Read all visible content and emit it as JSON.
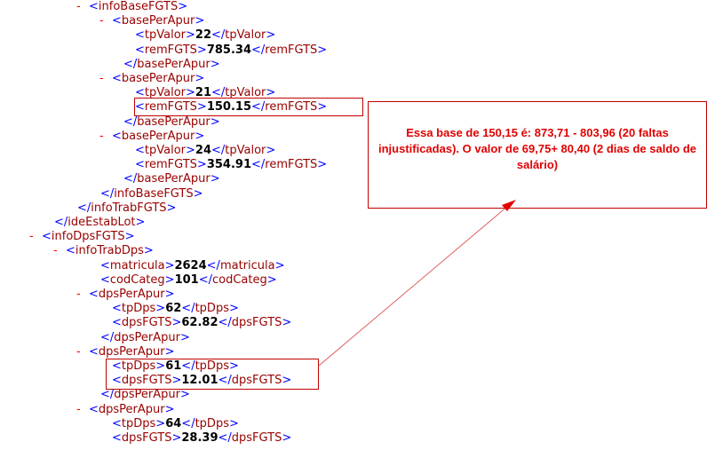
{
  "xml_lines": [
    {
      "minus": true,
      "kind": "open",
      "tag": "infoBaseFGTS"
    },
    {
      "minus": true,
      "kind": "open",
      "tag": "basePerApur"
    },
    {
      "minus": false,
      "kind": "elem",
      "tag": "tpValor",
      "value": "22"
    },
    {
      "minus": false,
      "kind": "elem",
      "tag": "remFGTS",
      "value": "785.34"
    },
    {
      "minus": false,
      "kind": "close",
      "tag": "basePerApur"
    },
    {
      "minus": true,
      "kind": "open",
      "tag": "basePerApur"
    },
    {
      "minus": false,
      "kind": "elem",
      "tag": "tpValor",
      "value": "21"
    },
    {
      "minus": false,
      "kind": "elem",
      "tag": "remFGTS",
      "value": "150.15"
    },
    {
      "minus": false,
      "kind": "close",
      "tag": "basePerApur"
    },
    {
      "minus": true,
      "kind": "open",
      "tag": "basePerApur"
    },
    {
      "minus": false,
      "kind": "elem",
      "tag": "tpValor",
      "value": "24"
    },
    {
      "minus": false,
      "kind": "elem",
      "tag": "remFGTS",
      "value": "354.91"
    },
    {
      "minus": false,
      "kind": "close",
      "tag": "basePerApur"
    },
    {
      "minus": false,
      "kind": "close",
      "tag": "infoBaseFGTS"
    },
    {
      "minus": false,
      "kind": "close",
      "tag": "infoTrabFGTS"
    },
    {
      "minus": false,
      "kind": "close",
      "tag": "ideEstabLot"
    },
    {
      "minus": true,
      "kind": "open",
      "tag": "infoDpsFGTS"
    },
    {
      "minus": true,
      "kind": "open",
      "tag": "infoTrabDps"
    },
    {
      "minus": false,
      "kind": "elem",
      "tag": "matricula",
      "value": "2624"
    },
    {
      "minus": false,
      "kind": "elem",
      "tag": "codCateg",
      "value": "101"
    },
    {
      "minus": true,
      "kind": "open",
      "tag": "dpsPerApur"
    },
    {
      "minus": false,
      "kind": "elem",
      "tag": "tpDps",
      "value": "62"
    },
    {
      "minus": false,
      "kind": "elem",
      "tag": "dpsFGTS",
      "value": "62.82"
    },
    {
      "minus": false,
      "kind": "close",
      "tag": "dpsPerApur"
    },
    {
      "minus": true,
      "kind": "open",
      "tag": "dpsPerApur"
    },
    {
      "minus": false,
      "kind": "elem",
      "tag": "tpDps",
      "value": "61"
    },
    {
      "minus": false,
      "kind": "elem",
      "tag": "dpsFGTS",
      "value": "12.01"
    },
    {
      "minus": false,
      "kind": "close",
      "tag": "dpsPerApur"
    },
    {
      "minus": true,
      "kind": "open",
      "tag": "dpsPerApur"
    },
    {
      "minus": false,
      "kind": "elem",
      "tag": "tpDps",
      "value": "64"
    },
    {
      "minus": false,
      "kind": "elem",
      "tag": "dpsFGTS",
      "value": "28.39"
    }
  ],
  "annotation": {
    "text": "Essa base de 150,15 é: 873,71 - 803,96 (20 faltas injustificadas). O valor de 69,75+ 80,40 (2 dias de saldo de salário)"
  },
  "colors": {
    "bracket": "#0000ff",
    "tag_name": "#990000",
    "value": "#000000",
    "toggle": "#ff0000",
    "annotation": "#e00000"
  }
}
